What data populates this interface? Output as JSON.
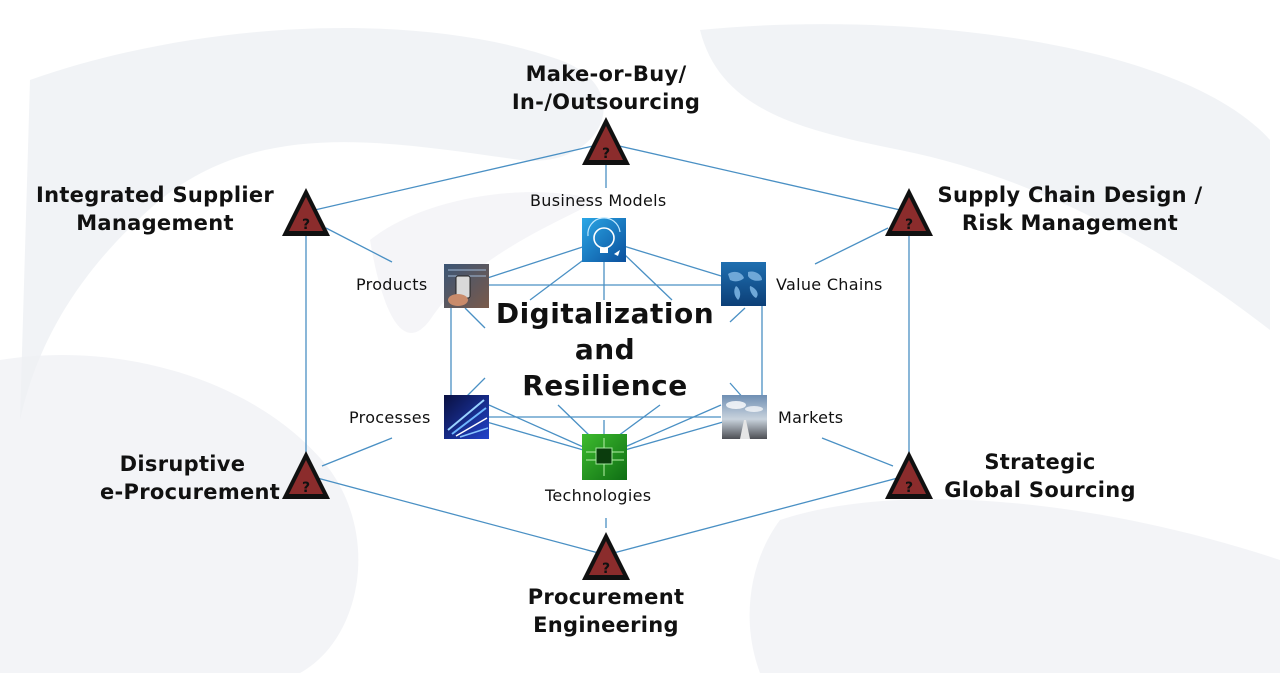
{
  "center": {
    "lines": [
      "Digitalization",
      "and",
      "Resilience"
    ]
  },
  "outer_nodes": {
    "top": {
      "lines": [
        "Make-or-Buy/",
        "In-/Outsourcing"
      ],
      "marker": "?"
    },
    "top_left": {
      "lines": [
        "Integrated Supplier",
        "Management"
      ],
      "marker": "?"
    },
    "top_right": {
      "lines": [
        "Supply Chain Design /",
        "Risk Management"
      ],
      "marker": "?"
    },
    "bottom_left": {
      "lines": [
        "Disruptive",
        "e-Procurement"
      ],
      "marker": "?"
    },
    "bottom_right": {
      "lines": [
        "Strategic",
        "Global Sourcing"
      ],
      "marker": "?"
    },
    "bottom": {
      "lines": [
        "Procurement",
        "Engineering"
      ],
      "marker": "?"
    }
  },
  "inner_nodes": {
    "business_models": {
      "label": "Business Models",
      "icon": "lightbulb-globe-icon"
    },
    "products": {
      "label": "Products",
      "icon": "smartphone-photo-icon"
    },
    "value_chains": {
      "label": "Value Chains",
      "icon": "world-map-icon"
    },
    "processes": {
      "label": "Processes",
      "icon": "blue-light-rays-icon"
    },
    "markets": {
      "label": "Markets",
      "icon": "road-sky-icon"
    },
    "technologies": {
      "label": "Technologies",
      "icon": "circuit-board-icon"
    }
  },
  "colors": {
    "connector_line": "#4a90c4",
    "warning_fill": "#8b2c2c",
    "warning_border": "#111111",
    "text": "#111111"
  }
}
